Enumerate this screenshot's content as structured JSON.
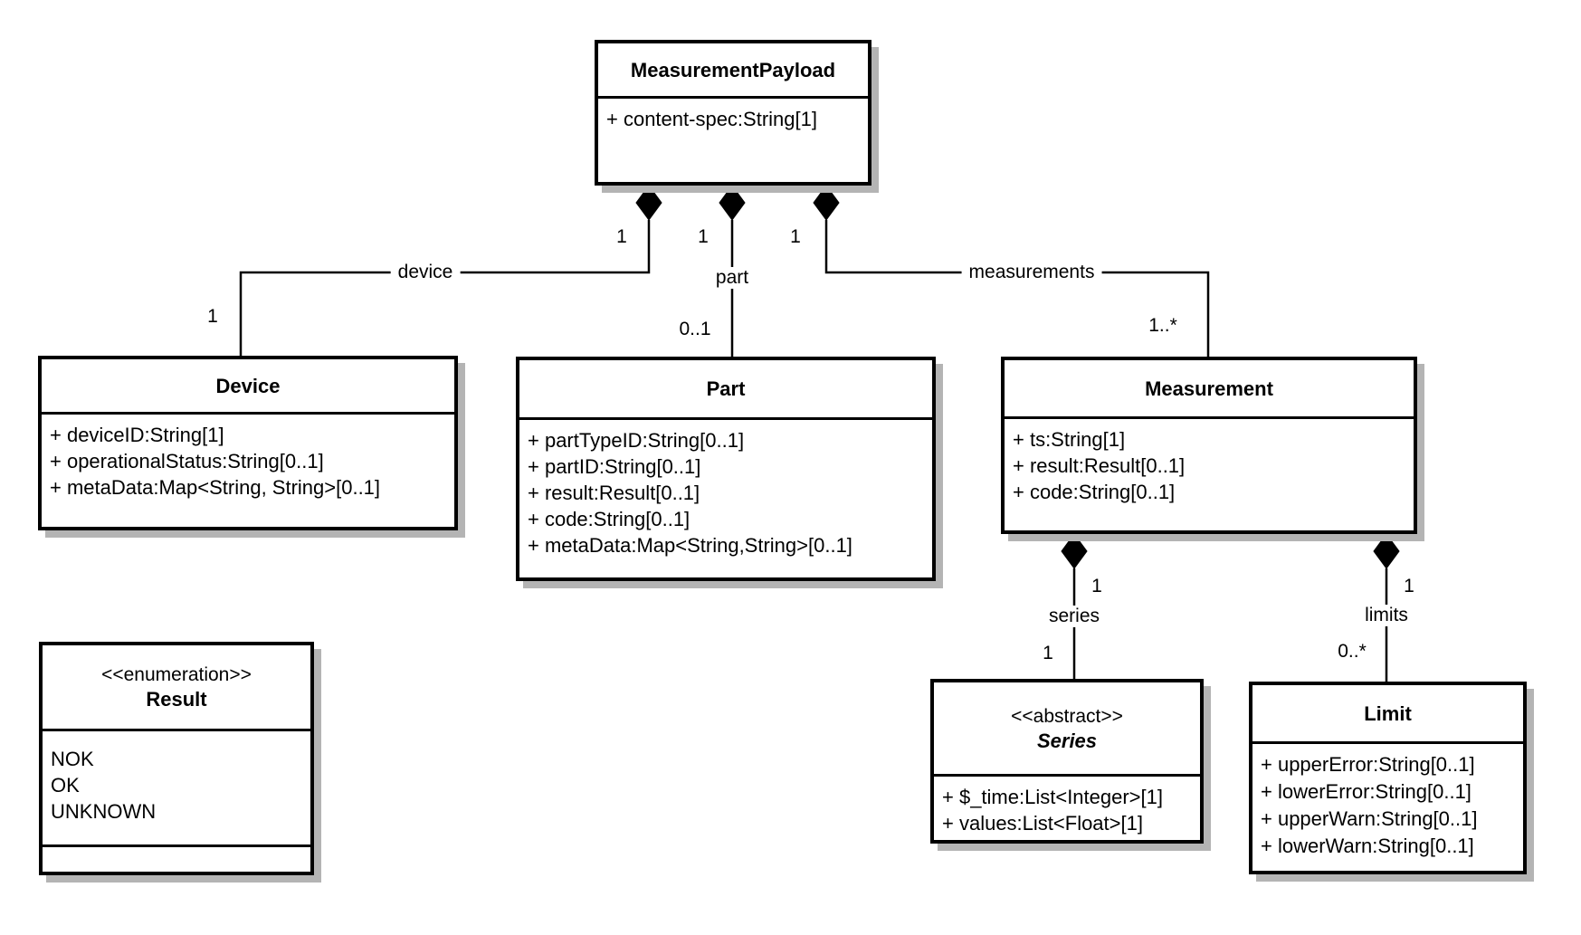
{
  "diagram": {
    "colors": {
      "background": "#ffffff",
      "line": "#000000",
      "shadow": "#b4b4b4"
    },
    "classes": {
      "measurement_payload": {
        "name": "MeasurementPayload",
        "attributes": [
          "+ content-spec:String[1]"
        ]
      },
      "device": {
        "name": "Device",
        "attributes": [
          "+ deviceID:String[1]",
          "+ operationalStatus:String[0..1]",
          "+ metaData:Map<String, String>[0..1]"
        ]
      },
      "part": {
        "name": "Part",
        "attributes": [
          "+ partTypeID:String[0..1]",
          "+ partID:String[0..1]",
          "+ result:Result[0..1]",
          "+ code:String[0..1]",
          "+ metaData:Map<String,String>[0..1]"
        ]
      },
      "measurement": {
        "name": "Measurement",
        "attributes": [
          "+ ts:String[1]",
          "+ result:Result[0..1]",
          "+ code:String[0..1]"
        ]
      },
      "result": {
        "stereotype": "<<enumeration>>",
        "name": "Result",
        "literals": [
          "NOK",
          "OK",
          "UNKNOWN"
        ]
      },
      "series": {
        "stereotype": "<<abstract>>",
        "name": "Series",
        "attributes": [
          "+ $_time:List<Integer>[1]",
          "+ values:List<Float>[1]"
        ]
      },
      "limit": {
        "name": "Limit",
        "attributes": [
          "+ upperError:String[0..1]",
          "+ lowerError:String[0..1]",
          "+ upperWarn:String[0..1]",
          "+ lowerWarn:String[0..1]"
        ]
      }
    },
    "associations": {
      "device": {
        "name": "device",
        "mult_source": "1",
        "mult_target": "1"
      },
      "part": {
        "name": "part",
        "mult_source": "1",
        "mult_target": "0..1"
      },
      "measurements": {
        "name": "measurements",
        "mult_source": "1",
        "mult_target": "1..*"
      },
      "series": {
        "name": "series",
        "mult_source": "1",
        "mult_target": "1"
      },
      "limits": {
        "name": "limits",
        "mult_source": "1",
        "mult_target": "0..*"
      }
    }
  }
}
